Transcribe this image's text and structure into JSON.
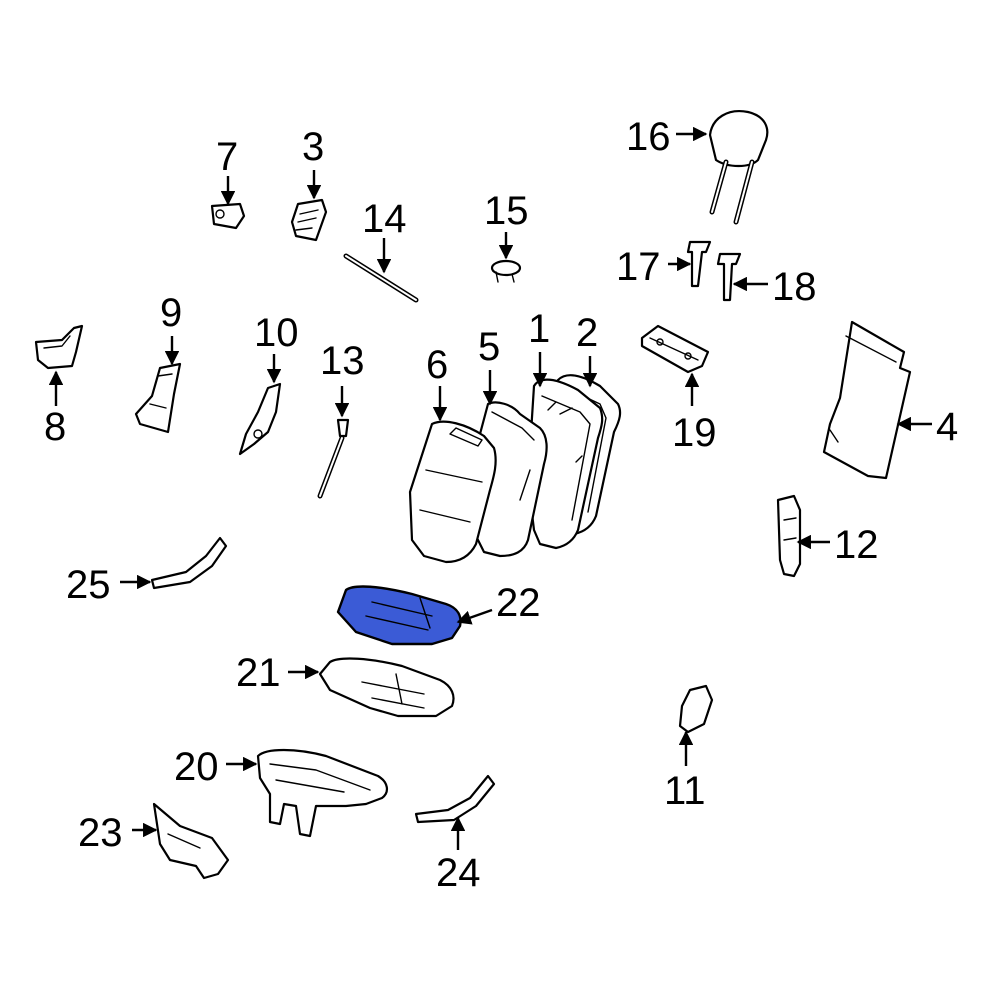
{
  "labels": {
    "p1": "1",
    "p2": "2",
    "p3": "3",
    "p4": "4",
    "p5": "5",
    "p6": "6",
    "p7": "7",
    "p8": "8",
    "p9": "9",
    "p10": "10",
    "p11": "11",
    "p12": "12",
    "p13": "13",
    "p14": "14",
    "p15": "15",
    "p16": "16",
    "p17": "17",
    "p18": "18",
    "p19": "19",
    "p20": "20",
    "p21": "21",
    "p22": "22",
    "p23": "23",
    "p24": "24",
    "p25": "25"
  },
  "highlighted_part": "22",
  "colors": {
    "highlight": "#3b5bd6",
    "line": "#000000",
    "background": "#ffffff"
  }
}
